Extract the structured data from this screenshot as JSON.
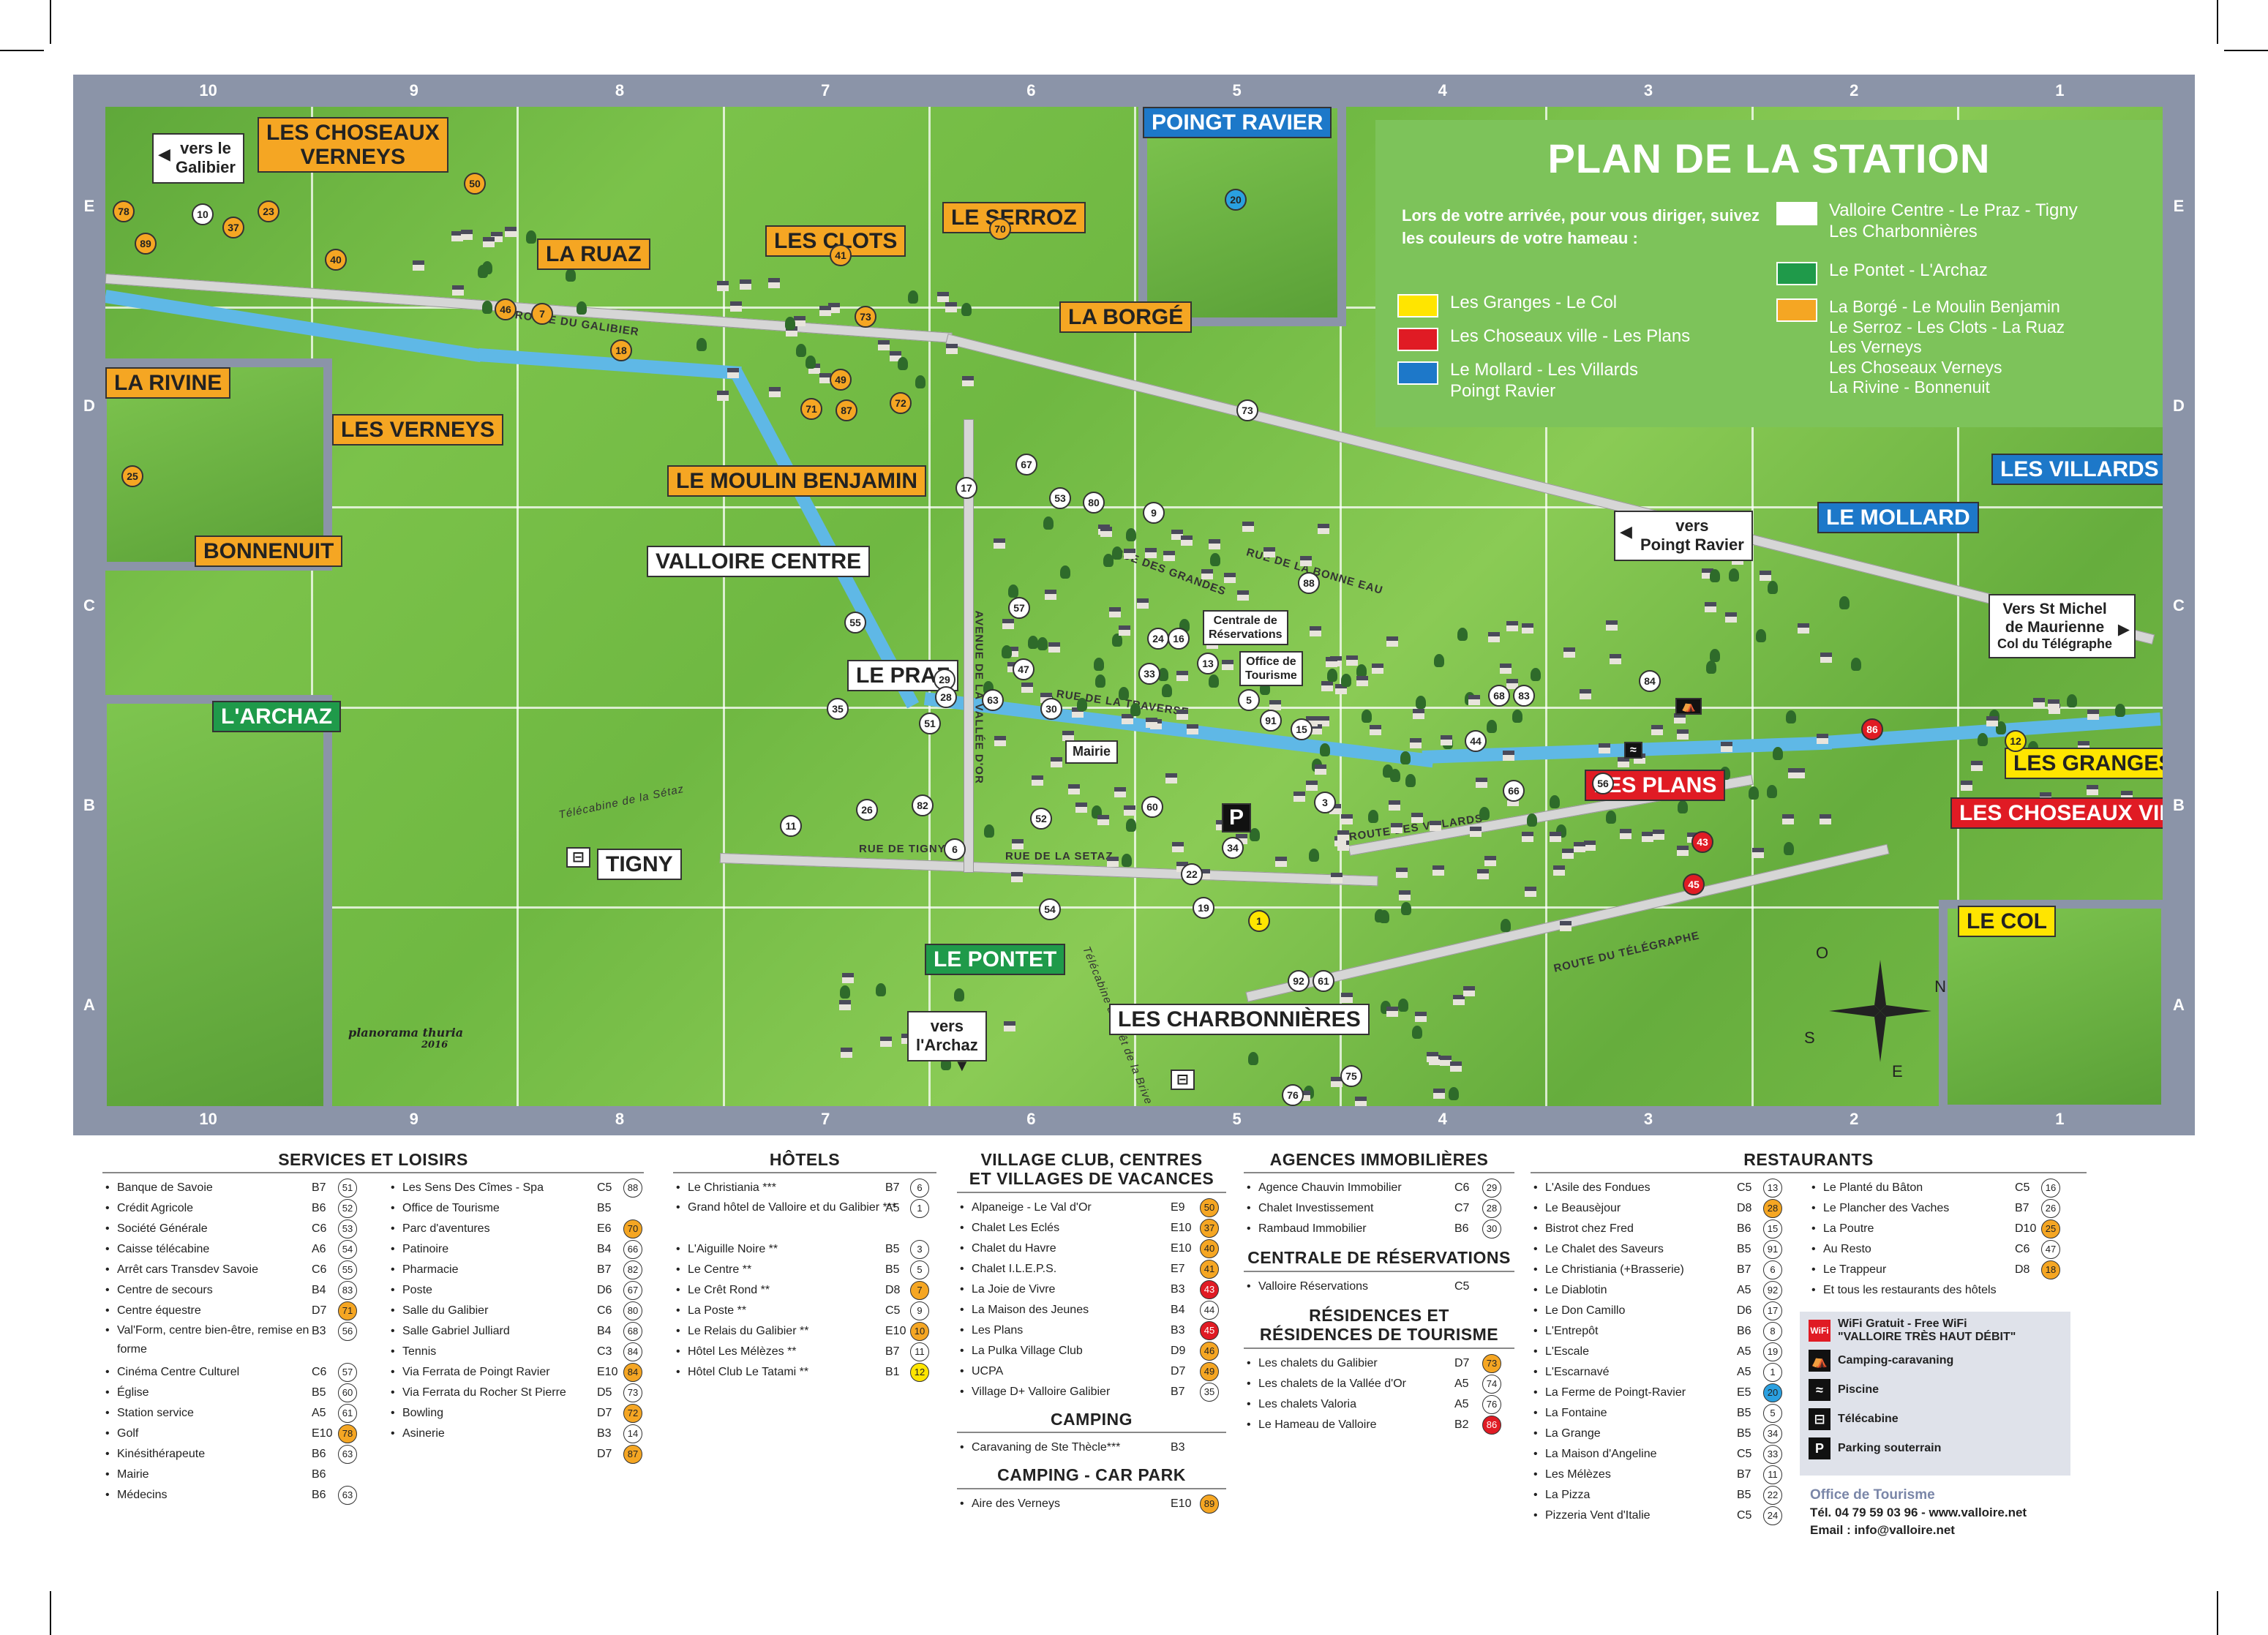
{
  "columns": [
    "10",
    "9",
    "8",
    "7",
    "6",
    "5",
    "4",
    "3",
    "2",
    "1"
  ],
  "rows": [
    "E",
    "D",
    "C",
    "B",
    "A"
  ],
  "legend": {
    "title": "PLAN DE LA STATION",
    "intro": "Lors de votre arrivée, pour vous diriger, suivez les couleurs de votre hameau :",
    "colors": {
      "yellow": "#ffe500",
      "red": "#e01b24",
      "blue": "#1d78c9",
      "white": "#ffffff",
      "green": "#1f9a4a",
      "orange": "#f5a623"
    },
    "yellow": "Les Granges - Le Col",
    "red": "Les Choseaux ville - Les Plans",
    "blue": [
      "Le Mollard - Les Villards",
      "Poingt Ravier"
    ],
    "white": [
      "Valloire Centre - Le Praz - Tigny",
      "Les Charbonnières"
    ],
    "green": "Le Pontet - L'Archaz",
    "orange": [
      "La Borgé - Le Moulin Benjamin",
      "Le Serroz - Les Clots - La Ruaz",
      "Les Verneys",
      "Les Choseaux Verneys",
      "La Rivine - Bonnenuit"
    ]
  },
  "places": {
    "choseaux_verneys": [
      "LES CHOSEAUX",
      "VERNEYS"
    ],
    "la_ruaz": "LA RUAZ",
    "les_clots": "LES CLOTS",
    "le_serroz": "LE SERROZ",
    "la_borge": "LA BORGÉ",
    "poingt_ravier": "POINGT RAVIER",
    "la_rivine": "LA RIVINE",
    "bonnenuit": "BONNENUIT",
    "les_verneys": "LES VERNEYS",
    "moulin_benjamin": "LE MOULIN BENJAMIN",
    "valloire_centre": "VALLOIRE CENTRE",
    "le_praz": "LE PRAZ",
    "larchaz": "L'ARCHAZ",
    "tigny": "TIGNY",
    "le_pontet": "LE PONTET",
    "les_charbonnieres": "LES CHARBONNIÈRES",
    "les_villards": "LES VILLARDS",
    "le_mollard": "LE MOLLARD",
    "les_granges": "LES GRANGES",
    "les_choseaux_ville": "LES CHOSEAUX VILLE",
    "les_plans": "LES PLANS",
    "le_col": "LE COL"
  },
  "signs": {
    "galibier": [
      "vers le",
      "Galibier"
    ],
    "poingt": [
      "vers",
      "Poingt Ravier"
    ],
    "stmichel": [
      "Vers St Michel",
      "de Maurienne",
      "Col du Télégraphe"
    ],
    "archaz": [
      "vers",
      "l'Archaz"
    ],
    "mairie": "Mairie",
    "centrale": [
      "Centrale de",
      "Réservations"
    ],
    "office": [
      "Office de",
      "Tourisme"
    ]
  },
  "roads": {
    "galibier": "ROUTE DU GALIBIER",
    "telegraphe": "ROUTE DU TÉLÉGRAPHE",
    "setaz": "RUE DE LA SETAZ",
    "tigny": "RUE DE TIGNY",
    "vallee": "AVENUE DE LA VALLÉE D'OR",
    "villards": "ROUTE DES VILLARDS",
    "bonnefoi": "RUE DE LA BONNE EAU",
    "travers": "RUE DE LA TRAVERSE",
    "grandes": "RUE DES GRANDES",
    "telecabine_setaz": "Télécabine de la Sétaz",
    "telecabine_bruye": "Télécabine du Crêt de la Brive"
  },
  "artist": [
    "planorama",
    "thuria",
    "2016"
  ],
  "compass": {
    "n": "N",
    "s": "S",
    "e": "E",
    "o": "O"
  },
  "services": {
    "title": "SERVICES ET LOISIRS",
    "items": [
      [
        "Banque de Savoie",
        "B7",
        "51",
        ""
      ],
      [
        "Crédit Agricole",
        "B6",
        "52",
        ""
      ],
      [
        "Société Générale",
        "C6",
        "53",
        ""
      ],
      [
        "Caisse télécabine",
        "A6",
        "54",
        ""
      ],
      [
        "Arrêt cars Transdev Savoie",
        "C6",
        "55",
        ""
      ],
      [
        "Centre de secours",
        "B4",
        "83",
        ""
      ],
      [
        "Centre équestre",
        "D7",
        "71",
        "og"
      ],
      [
        "Val'Form, centre bien-être, remise en forme",
        "B3",
        "56",
        ""
      ],
      [
        "Cinéma Centre Culturel",
        "C6",
        "57",
        ""
      ],
      [
        "Église",
        "B5",
        "60",
        ""
      ],
      [
        "Station service",
        "A5",
        "61",
        ""
      ],
      [
        "Golf",
        "E10",
        "78",
        "og"
      ],
      [
        "Kinésithérapeute",
        "B6",
        "63",
        ""
      ],
      [
        "Mairie",
        "B6",
        ""
      ],
      [
        "Médecins",
        "B6",
        "63",
        ""
      ]
    ],
    "items2": [
      [
        "Les Sens Des Cîmes - Spa",
        "C5",
        "88",
        ""
      ],
      [
        "Office de Tourisme",
        "B5",
        "",
        ""
      ],
      [
        "Parc d'aventures",
        "E6",
        "70",
        "og"
      ],
      [
        "Patinoire",
        "B4",
        "66",
        ""
      ],
      [
        "Pharmacie",
        "B7",
        "82",
        ""
      ],
      [
        "Poste",
        "D6",
        "67",
        ""
      ],
      [
        "Salle du Galibier",
        "C6",
        "80",
        ""
      ],
      [
        "Salle Gabriel Julliard",
        "B4",
        "68",
        ""
      ],
      [
        "Tennis",
        "C3",
        "84",
        ""
      ],
      [
        "Via Ferrata de Poingt Ravier",
        "E10",
        "84",
        "og"
      ],
      [
        "Via Ferrata du Rocher St Pierre",
        "D5",
        "73",
        ""
      ],
      [
        "Bowling",
        "D7",
        "72",
        "og"
      ],
      [
        "Asinerie",
        "B3",
        "14",
        ""
      ],
      [
        "",
        "D7",
        "87",
        "og"
      ]
    ]
  },
  "hotels": {
    "title": "HÔTELS",
    "items": [
      [
        "Le Christiania ***",
        "B7",
        "6",
        ""
      ],
      [
        "Grand hôtel de Valloire et du Galibier ***",
        "A5",
        "1",
        ""
      ],
      [
        "L'Aiguille Noire **",
        "B5",
        "3",
        ""
      ],
      [
        "Le Centre **",
        "B5",
        "5",
        ""
      ],
      [
        "Le Crêt Rond **",
        "D8",
        "7",
        "og"
      ],
      [
        "La Poste **",
        "C5",
        "9",
        ""
      ],
      [
        "Le Relais du Galibier **",
        "E10",
        "10",
        "og"
      ],
      [
        "Hôtel Les Mélèzes **",
        "B7",
        "11",
        ""
      ],
      [
        "Hôtel Club Le Tatami **",
        "B1",
        "12",
        "yl"
      ]
    ]
  },
  "village": {
    "title": [
      "VILLAGE CLUB, CENTRES",
      "ET VILLAGES DE VACANCES"
    ],
    "items": [
      [
        "Alpaneige - Le Val d'Or",
        "E9",
        "50",
        "og"
      ],
      [
        "Chalet Les Eclés",
        "E10",
        "37",
        "og"
      ],
      [
        "Chalet du Havre",
        "E10",
        "40",
        "og"
      ],
      [
        "Chalet I.L.E.P.S.",
        "E7",
        "41",
        "og"
      ],
      [
        "La Joie de Vivre",
        "B3",
        "43",
        "rd"
      ],
      [
        "La Maison des Jeunes",
        "B4",
        "44",
        ""
      ],
      [
        "Les Plans",
        "B3",
        "45",
        "rd"
      ],
      [
        "La Pulka Village Club",
        "D9",
        "46",
        "og"
      ],
      [
        "UCPA",
        "D7",
        "49",
        "og"
      ],
      [
        "Village D+ Valloire Galibier",
        "B7",
        "35",
        ""
      ]
    ]
  },
  "camping": {
    "title": "CAMPING",
    "items": [
      [
        "Caravaning de Ste Thècle***",
        "B3",
        "",
        ""
      ]
    ]
  },
  "campingcar": {
    "title": "CAMPING - CAR PARK",
    "items": [
      [
        "Aire des Verneys",
        "E10",
        "89",
        "og"
      ]
    ]
  },
  "agences": {
    "title": "AGENCES IMMOBILIÈRES",
    "items": [
      [
        "Agence Chauvin Immobilier",
        "C6",
        "29",
        ""
      ],
      [
        "Chalet Investissement",
        "C7",
        "28",
        ""
      ],
      [
        "Rambaud Immobilier",
        "B6",
        "30",
        ""
      ]
    ]
  },
  "centrale": {
    "title": "CENTRALE DE RÉSERVATIONS",
    "items": [
      [
        "Valloire Réservations",
        "C5",
        "",
        ""
      ]
    ]
  },
  "residences": {
    "title": [
      "RÉSIDENCES ET",
      "RÉSIDENCES DE TOURISME"
    ],
    "items": [
      [
        "Les chalets du Galibier",
        "D7",
        "73",
        "og"
      ],
      [
        "Les chalets de la Vallée d'Or",
        "A5",
        "74",
        ""
      ],
      [
        "Les chalets Valoria",
        "A5",
        "76",
        ""
      ],
      [
        "Le Hameau de Valloire",
        "B2",
        "86",
        "rd"
      ]
    ]
  },
  "restaurants": {
    "title": "RESTAURANTS",
    "items": [
      [
        "L'Asile des Fondues",
        "C5",
        "13",
        ""
      ],
      [
        "Le Beausèjour",
        "D8",
        "28",
        "og"
      ],
      [
        "Bistrot chez Fred",
        "B6",
        "15",
        ""
      ],
      [
        "Le Chalet des Saveurs",
        "B5",
        "91",
        ""
      ],
      [
        "Le Christiania (+Brasserie)",
        "B7",
        "6",
        ""
      ],
      [
        "Le Diablotin",
        "A5",
        "92",
        ""
      ],
      [
        "Le Don Camillo",
        "D6",
        "17",
        ""
      ],
      [
        "L'Entrepôt",
        "B6",
        "8",
        ""
      ],
      [
        "L'Escale",
        "A5",
        "19",
        ""
      ],
      [
        "L'Escarnavé",
        "A5",
        "1",
        ""
      ],
      [
        "La Ferme de Poingt-Ravier",
        "E5",
        "20",
        "bl"
      ],
      [
        "La Fontaine",
        "B5",
        "5",
        ""
      ],
      [
        "La Grange",
        "B5",
        "34",
        ""
      ],
      [
        "La Maison d'Angeline",
        "C5",
        "33",
        ""
      ],
      [
        "Les Mélèzes",
        "B7",
        "11",
        ""
      ],
      [
        "La Pizza",
        "B5",
        "22",
        ""
      ],
      [
        "Pizzeria Vent d'Italie",
        "C5",
        "24",
        ""
      ]
    ],
    "items2": [
      [
        "Le Planté du Bâton",
        "C5",
        "16",
        ""
      ],
      [
        "Le Plancher des Vaches",
        "B7",
        "26",
        ""
      ],
      [
        "La Poutre",
        "D10",
        "25",
        "og"
      ],
      [
        "Au Resto",
        "C6",
        "47",
        ""
      ],
      [
        "Le Trappeur",
        "D8",
        "18",
        "og"
      ],
      [
        "Et tous les restaurants des hôtels",
        "",
        "",
        ""
      ]
    ]
  },
  "keybox": {
    "wifi": [
      "WiFi Gratuit - Free WiFi",
      "\"VALLOIRE TRÈS HAUT DÉBIT\""
    ],
    "camping": "Camping-caravaning",
    "piscine": "Piscine",
    "telecabine": "Télécabine",
    "parking": "Parking souterrain"
  },
  "office": {
    "title": "Office de Tourisme",
    "tel": "Tél. 04 79 59 03 96 - www.valloire.net",
    "email": "Email : info@valloire.net"
  }
}
